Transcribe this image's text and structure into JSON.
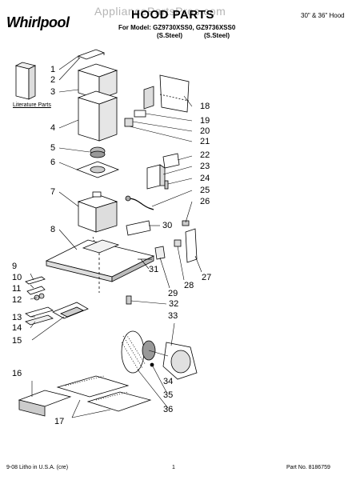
{
  "header": {
    "watermark": "AppliancePartsPros.com",
    "brand": "Whirlpool",
    "brand_registered_mark": "®",
    "title": "HOOD PARTS",
    "hood_type": "30\" & 36\" Hood",
    "models_line": "For Model: GZ9730XSS0, GZ9736XSS0",
    "finish_1": "(S.Steel)",
    "finish_2": "(S.Steel)"
  },
  "literature_label": "Literature Parts",
  "callouts": [
    "1",
    "2",
    "3",
    "4",
    "5",
    "6",
    "7",
    "8",
    "9",
    "10",
    "11",
    "12",
    "13",
    "14",
    "15",
    "16",
    "17",
    "18",
    "19",
    "20",
    "21",
    "22",
    "23",
    "24",
    "25",
    "26",
    "27",
    "28",
    "29",
    "30",
    "31",
    "32",
    "33",
    "34",
    "35",
    "36"
  ],
  "footer": {
    "litho": "9-08 Litho in U.S.A. (cre)",
    "page": "1",
    "part_no": "Part No. 8186759"
  },
  "colors": {
    "ink": "#000000",
    "watermark": "#b5b5b5",
    "shade": "#c8c8c8"
  }
}
